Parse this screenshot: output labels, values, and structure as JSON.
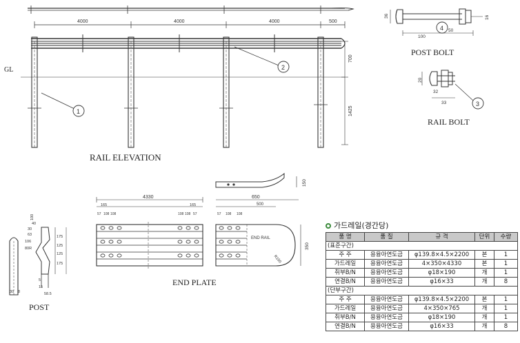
{
  "views": {
    "rail_elevation": {
      "title": "RAIL ELEVATION",
      "ground_label": "GL",
      "spans": [
        "4000",
        "4000",
        "4000",
        "500"
      ],
      "height_dims": [
        "700",
        "1425"
      ],
      "callouts": [
        "1",
        "2"
      ]
    },
    "post_bolt": {
      "title": "POST BOLT",
      "dims": [
        "36",
        "16",
        "100",
        "50"
      ],
      "callout": "4"
    },
    "rail_bolt": {
      "title": "RAIL BOLT",
      "dims": [
        "20",
        "32",
        "33"
      ],
      "callout": "3"
    },
    "end_plate": {
      "title": "END PLATE",
      "left_dims": [
        "4330",
        "165",
        "165",
        "57",
        "108",
        "108",
        "108",
        "108",
        "57"
      ],
      "right_dims": [
        "650",
        "500",
        "57",
        "108",
        "108"
      ],
      "right_label": "END RAIL",
      "radius_label": "R150",
      "height_dims": [
        "350",
        "150"
      ]
    },
    "post": {
      "title": "POST",
      "dims": [
        "100",
        "40",
        "30",
        "63",
        "106",
        "80R",
        "175",
        "125",
        "125",
        "175",
        "5",
        "15",
        "58.5",
        "30",
        "8"
      ]
    }
  },
  "table": {
    "title": "가드레일(경간당)",
    "headers": [
      "품 명",
      "품 질",
      "규 격",
      "단위",
      "수량"
    ],
    "rows": [
      {
        "section": "(표준구간)"
      },
      {
        "name": "주 주",
        "quality": "용융아연도금",
        "spec": "φ139.8×4.5×2200",
        "unit": "본",
        "qty": "1"
      },
      {
        "name": "가드레일",
        "quality": "용융아연도금",
        "spec": "4×350×4330",
        "unit": "본",
        "qty": "1"
      },
      {
        "name": "취부B/N",
        "quality": "용융아연도금",
        "spec": "φ18×190",
        "unit": "개",
        "qty": "1"
      },
      {
        "name": "연결B/N",
        "quality": "용융아연도금",
        "spec": "φ16×33",
        "unit": "개",
        "qty": "8"
      },
      {
        "section": "(단부구간)"
      },
      {
        "name": "주 주",
        "quality": "용융아연도금",
        "spec": "φ139.8×4.5×2200",
        "unit": "본",
        "qty": "1"
      },
      {
        "name": "가드레일",
        "quality": "용융아연도금",
        "spec": "4×350×765",
        "unit": "개",
        "qty": "1"
      },
      {
        "name": "취부B/N",
        "quality": "용융아연도금",
        "spec": "φ18×190",
        "unit": "개",
        "qty": "1"
      },
      {
        "name": "연결B/N",
        "quality": "용융아연도금",
        "spec": "φ16×33",
        "unit": "개",
        "qty": "8"
      }
    ]
  }
}
